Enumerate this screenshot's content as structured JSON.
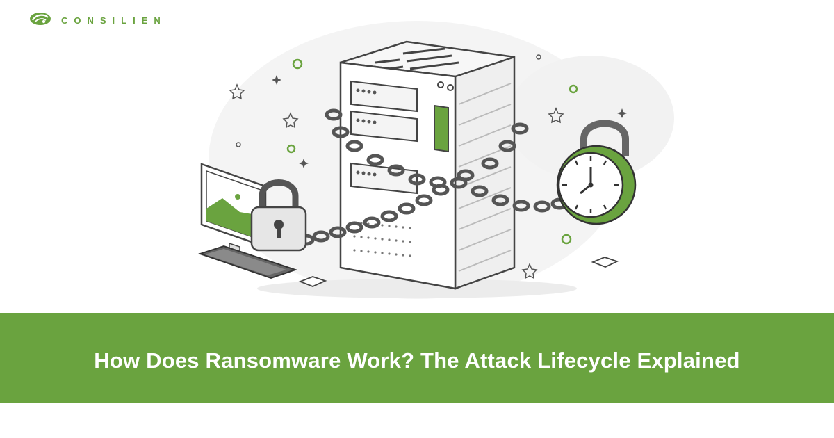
{
  "brand": {
    "name": "CONSILIEN",
    "accent": "#6aa33f",
    "logo_icon": "leaf-swirl-icon"
  },
  "illustration": {
    "subject": "server-chained-with-locks",
    "icons": [
      "server-rack-icon",
      "padlock-icon",
      "clock-padlock-icon",
      "monitor-icon",
      "keyboard-icon",
      "chain-icon",
      "star-icon",
      "sparkle-icon"
    ]
  },
  "banner": {
    "title": "How Does Ransomware Work? The Attack Lifecycle Explained",
    "background": "#6aa33f"
  }
}
